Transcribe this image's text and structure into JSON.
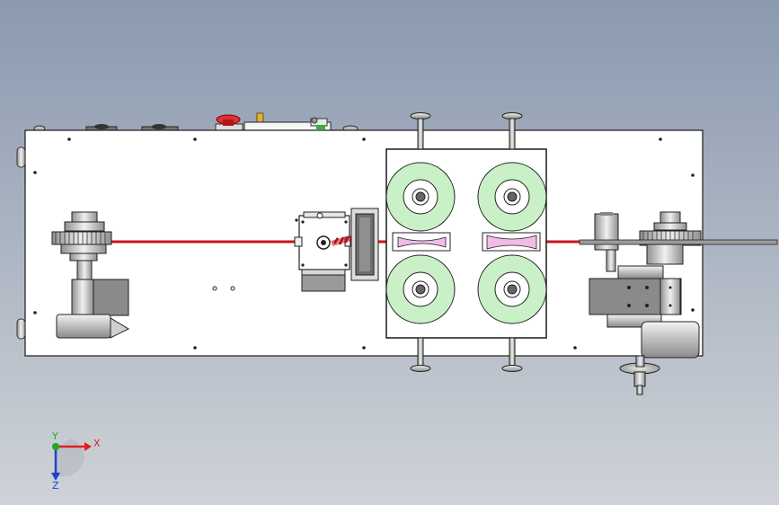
{
  "viewport": {
    "background_top": "#8b9ab0",
    "background_bottom": "#cfd3d8"
  },
  "colors": {
    "wire": "#c8141e",
    "roller_disc": "#c9f0c6",
    "guide_pink": "#f2bbe8",
    "frame_fill": "#ffffff",
    "outline": "#1a1a1a",
    "motor_gray": "#7f7f7f",
    "emergency_stop": "#e03030",
    "status_light": "#36b336"
  },
  "triad": {
    "x_label": "X",
    "y_label": "Y",
    "z_label": "Z",
    "x_color": "#e02020",
    "y_color": "#1fa81f",
    "z_color": "#2040d0"
  },
  "icons": {
    "axis_triad": "axis-triad-icon",
    "roller": "roller-icon",
    "motor": "motor-icon",
    "spool": "spool-icon"
  }
}
